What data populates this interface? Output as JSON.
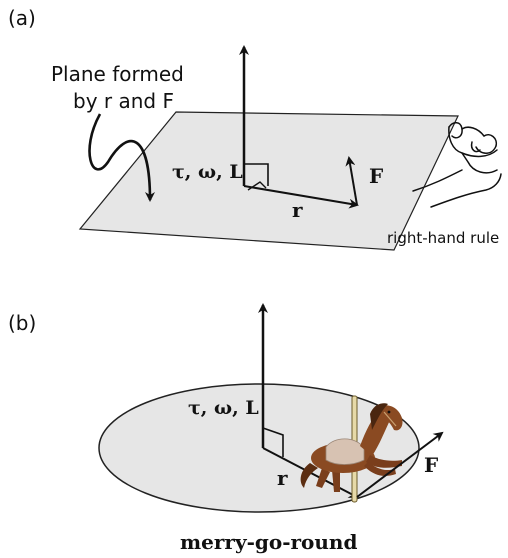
{
  "panel_a": {
    "label": "(a)",
    "plane_note_line1": "Plane formed",
    "plane_note_line2": "by r and F",
    "axis_label": "τ, ω, L",
    "r_label": "r",
    "f_label": "F",
    "hand_label": "right-hand rule"
  },
  "panel_b": {
    "label": "(b)",
    "axis_label": "τ, ω, L",
    "r_label": "r",
    "f_label": "F",
    "caption": "merry-go-round"
  },
  "colors": {
    "plane_fill": "#e6e6e6",
    "stroke": "#111111",
    "horse_body": "#8a4a22",
    "saddle": "#d7c2b2",
    "pole": "#e6d9a8"
  }
}
